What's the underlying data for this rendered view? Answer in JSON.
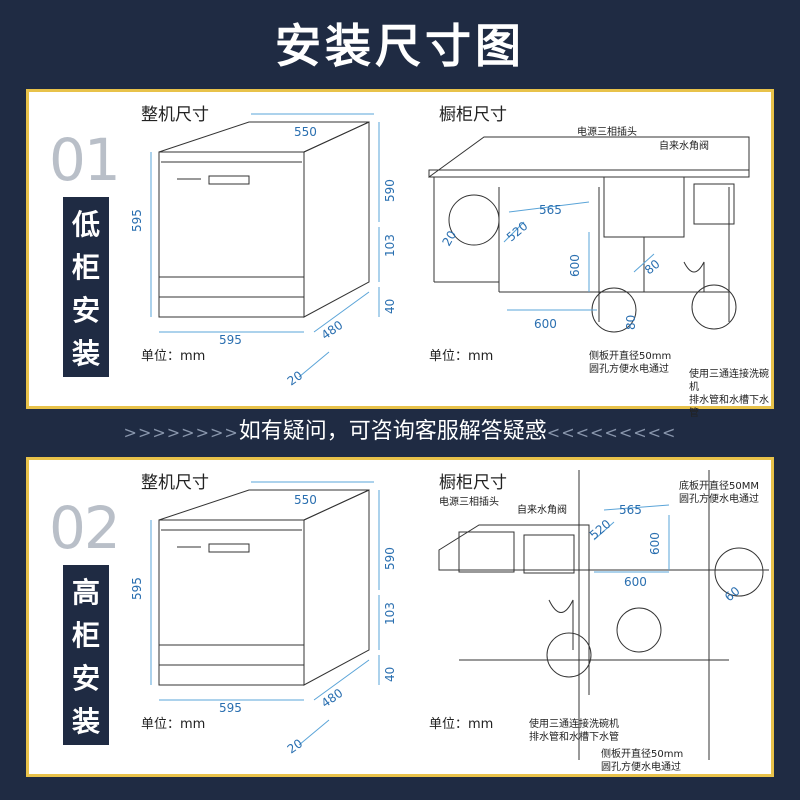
{
  "title": "安装尺寸图",
  "banner": {
    "left_arrows": ">>>>>>>>",
    "text": "如有疑问，可咨询客服解答疑惑",
    "right_arrows": "<<<<<<<<<"
  },
  "panel1": {
    "number": "01",
    "tag": [
      "低",
      "柜",
      "安",
      "装"
    ],
    "machine_label": "整机尺寸",
    "cabinet_label": "橱柜尺寸",
    "unit_left": "单位：mm",
    "unit_right": "单位：mm",
    "dims": {
      "width_top": "550",
      "height_left": "595",
      "height_right": "590",
      "h103": "103",
      "h40": "40",
      "depth": "480",
      "width_bottom": "595",
      "d20": "20"
    },
    "cabinet_dims": {
      "d565": "565",
      "d520": "520",
      "d600h": "600",
      "d600w": "600",
      "d80": "80",
      "d20": "20",
      "dia80": "80"
    },
    "notes": {
      "power": "电源三相插头",
      "valve": "自来水角阀",
      "side_hole": "侧板开直径50mm\n圆孔方便水电通过",
      "tee": "使用三通连接洗碗机\n排水管和水槽下水管"
    }
  },
  "panel2": {
    "number": "02",
    "tag": [
      "高",
      "柜",
      "安",
      "装"
    ],
    "machine_label": "整机尺寸",
    "cabinet_label": "橱柜尺寸",
    "unit_left": "单位：mm",
    "unit_right": "单位：mm",
    "dims": {
      "width_top": "550",
      "height_left": "595",
      "height_right": "590",
      "h103": "103",
      "h40": "40",
      "depth": "480",
      "width_bottom": "595",
      "d20": "20"
    },
    "cabinet_dims": {
      "d565": "565",
      "d520": "520",
      "d600h": "600",
      "d600w": "600",
      "dia60": "60"
    },
    "notes": {
      "power": "电源三相插头",
      "valve": "自来水角阀",
      "bottom_hole": "底板开直径50MM\n圆孔方便水电通过",
      "tee": "使用三通连接洗碗机\n排水管和水槽下水管",
      "side_hole": "侧板开直径50mm\n圆孔方便水电通过"
    }
  }
}
